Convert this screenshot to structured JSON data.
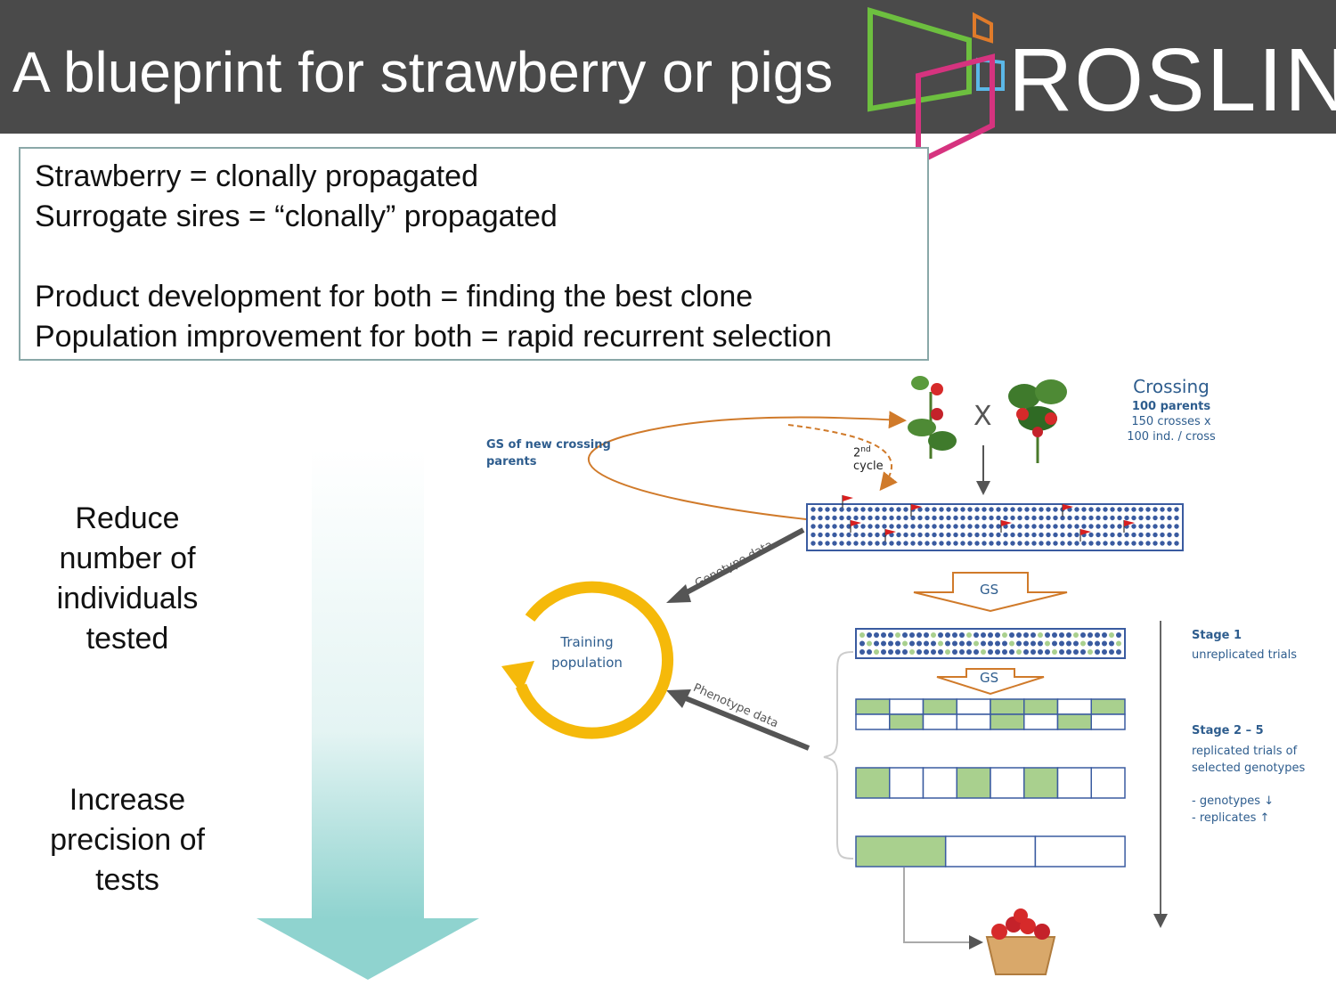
{
  "header": {
    "title": "A blueprint for strawberry or pigs",
    "logo_text": "ROSLIN"
  },
  "box": {
    "lines": [
      "Strawberry = clonally propagated",
      "Surrogate sires = “clonally” propagated",
      "Product development for both = finding the best clone",
      "Population improvement for both = rapid recurrent selection"
    ]
  },
  "side": {
    "reduce": [
      "Reduce",
      "number of",
      "individuals",
      "tested"
    ],
    "increase": [
      "Increase",
      "precision of",
      "tests"
    ]
  },
  "diagram": {
    "gs_parents": [
      "GS of new crossing",
      "parents"
    ],
    "second_cycle": [
      "2",
      "nd",
      "cycle"
    ],
    "cross_symbol": "X",
    "crossing": {
      "title": "Crossing",
      "parents": "100 parents",
      "crosses": "150 crosses x",
      "per_cross": "100 ind. / cross"
    },
    "gs_label": "GS",
    "genotype_data": "Genotype data",
    "phenotype_data": "Phenotype data",
    "training": [
      "Training",
      "population"
    ],
    "stage1": {
      "title": "Stage 1",
      "desc": "unreplicated trials"
    },
    "stage25": {
      "title": "Stage 2 – 5",
      "desc1": "replicated trials of",
      "desc2": "selected genotypes",
      "genotypes": "- genotypes ↓",
      "replicates": "- replicates ↑"
    }
  },
  "colors": {
    "header_bg": "#4a4a4a",
    "dot_blue": "#3a5ba0",
    "green_cell": "#a9d08e",
    "orange": "#d07a2a",
    "blue_text": "#2e5d8e",
    "arrow_teal": "#8fd3cf",
    "training_yellow": "#f5b90a"
  },
  "icons": [
    "logo-frames-icon",
    "strawberry-plant-icon",
    "strawberry-basket-icon",
    "flag-icon"
  ]
}
